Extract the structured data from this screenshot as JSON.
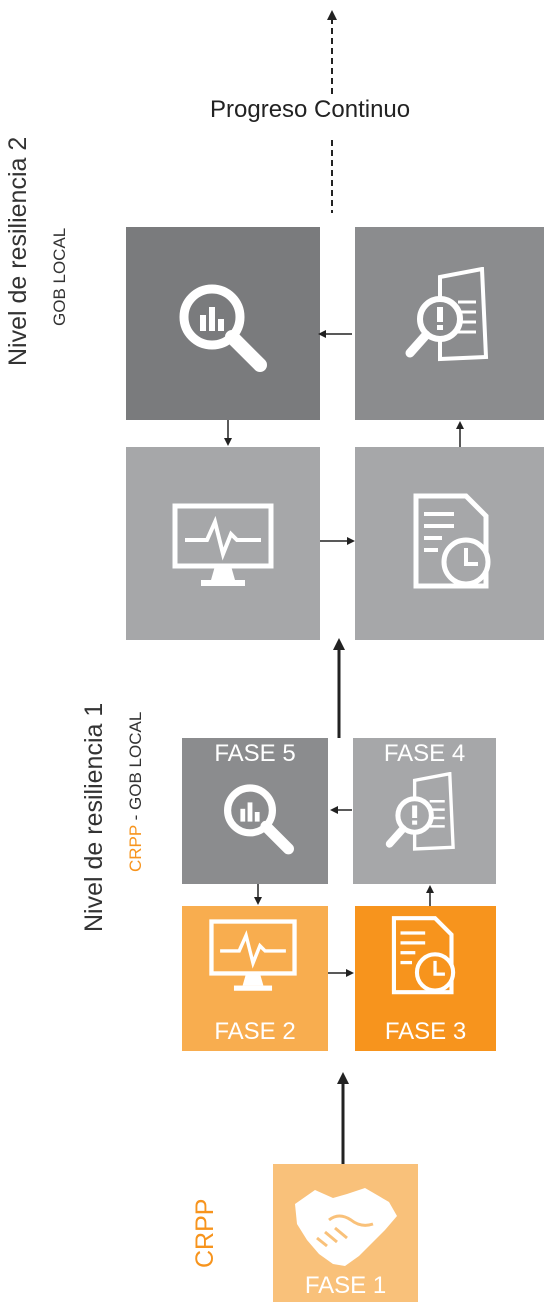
{
  "progress_label": "Progreso Continuo",
  "level2": {
    "title": "Nivel de resiliencia 2",
    "subtitle": "GOB LOCAL"
  },
  "level1": {
    "title": "Nivel de resiliencia 1",
    "crpp": "CRPP",
    "subtitle": " - GOB LOCAL"
  },
  "crpp_label": "CRPP",
  "phases": {
    "fase1": "FASE 1",
    "fase2": "FASE 2",
    "fase3": "FASE 3",
    "fase4": "FASE 4",
    "fase5": "FASE 5"
  },
  "colors": {
    "dark_gray": "#7a7b7d",
    "mid_gray": "#8b8c8e",
    "light_gray": "#a6a7a9",
    "orange": "#f7941d",
    "light_orange": "#f8ad4f",
    "pale_orange": "#f9c17a",
    "crpp_text": "#f7941d"
  },
  "icons": {
    "analysis": "magnifier-chart-icon",
    "review": "document-alert-icon",
    "monitor": "monitor-pulse-icon",
    "schedule": "document-clock-icon",
    "handshake": "handshake-icon"
  }
}
